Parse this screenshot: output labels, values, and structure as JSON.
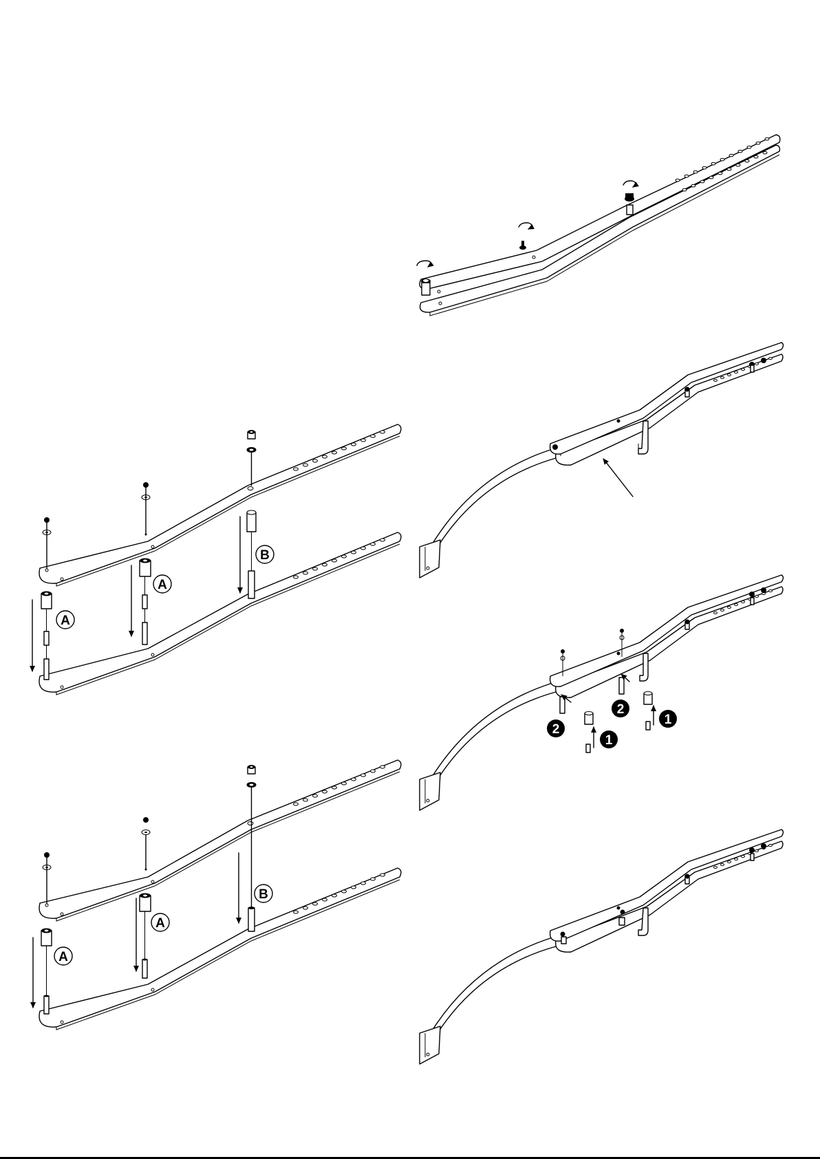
{
  "callouts": {
    "letter_a": "A",
    "letter_b": "B",
    "number_1": "1",
    "number_2": "2"
  },
  "colors": {
    "ink": "#000000",
    "paper": "#ffffff"
  },
  "icons": [
    "rotate-arrow-icon",
    "down-arrow-icon",
    "up-arrow-icon",
    "pointer-arrow-icon"
  ]
}
